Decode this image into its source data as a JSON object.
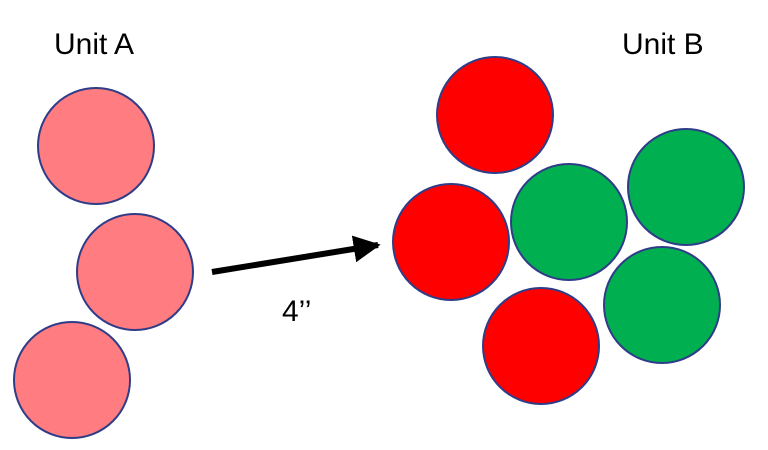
{
  "units": {
    "a": {
      "label": "Unit A"
    },
    "b": {
      "label": "Unit B"
    }
  },
  "movement": {
    "distance": "4’’"
  },
  "colors": {
    "unit_a_model": "#ff7c80",
    "unit_b_red_model": "#ff0000",
    "unit_b_green_model": "#00b050",
    "model_outline": "#2f3c87",
    "arrow": "#000000"
  }
}
